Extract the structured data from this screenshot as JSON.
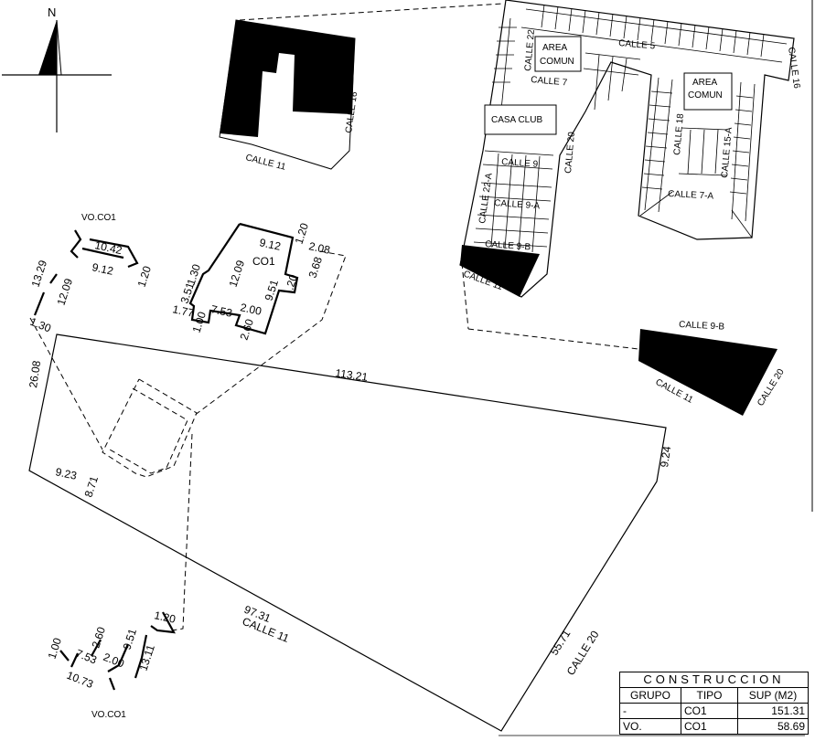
{
  "north": {
    "label": "N"
  },
  "site_labels": {
    "calle_16_a": "CALLE 16",
    "calle_11_a": "CALLE 11",
    "calle_22": "CALLE 22",
    "area_comun_1": "AREA",
    "area_comun_1b": "COMUN",
    "calle_5": "CALLE 5",
    "calle_16_b": "CALLE 16",
    "calle_7": "CALLE 7",
    "area_comun_2": "AREA",
    "area_comun_2b": "COMUN",
    "casa_club": "CASA CLUB",
    "calle_20_a": "CALLE 20",
    "calle_18": "CALLE 18",
    "calle_15a": "CALLE 15-A",
    "calle_9": "CALLE 9",
    "calle_22a": "CALLE 22-A",
    "calle_9a": "CALLE 9-A",
    "calle_7a": "CALLE 7-A",
    "calle_9b_a": "CALLE 9-B",
    "calle_11_b": "CALLE 11",
    "calle_9b_b": "CALLE 9-B",
    "calle_11_c": "CALLE 11",
    "calle_20_b": "CALLE 20"
  },
  "vo_top": {
    "label": "VO.CO1",
    "d1": "10.42",
    "d2": "13.29",
    "d3": "9.12",
    "d4": "1.20",
    "d5": "12.09",
    "d6": "1.30"
  },
  "co1_detail": {
    "label": "CO1",
    "d1": "9.12",
    "d2": "1.20",
    "d3": "2.08",
    "d4": "12.09",
    "d5": "3.68",
    "d6": "1.30",
    "d7": "3.51",
    "d8": "9.51",
    "d9": ".20",
    "d10": "7.53",
    "d11": "2.00",
    "d12": "1.77",
    "d13": "1.00",
    "d14": "2.60"
  },
  "lot": {
    "d_top": "113.21",
    "d_left": "26.08",
    "d_right": "9.24",
    "d_a": "9.23",
    "d_b": "8.71",
    "d_bottom": "97.31",
    "street_bottom": "CALLE 11",
    "d_se": "55.71",
    "street_se": "CALLE 20"
  },
  "vo_bottom": {
    "label": "VO.CO1",
    "d1": "1.20",
    "d2": "2.60",
    "d3": "9.51",
    "d4": "1.00",
    "d5": "7.53",
    "d6": "2.00",
    "d7": "13.11",
    "d8": "10.73"
  },
  "table": {
    "title": "CONSTRUCCION",
    "headers": [
      "GRUPO",
      "TIPO",
      "SUP (M2)"
    ],
    "rows": [
      {
        "grupo": "-",
        "tipo": "CO1",
        "sup": "151.31"
      },
      {
        "grupo": "VO.",
        "tipo": "CO1",
        "sup": "58.69"
      }
    ]
  }
}
